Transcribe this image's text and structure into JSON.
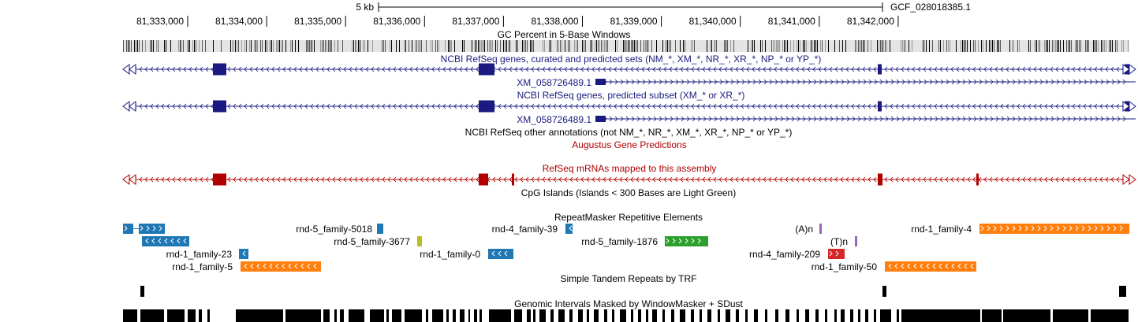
{
  "ruler": {
    "scale_label": "5 kb",
    "assembly": "GCF_028018385.1",
    "ticks": [
      "81,333,000",
      "81,334,000",
      "81,335,000",
      "81,336,000",
      "81,337,000",
      "81,338,000",
      "81,339,000",
      "81,340,000",
      "81,341,000",
      "81,342,000"
    ]
  },
  "tracks": {
    "gc_percent": "GC Percent in 5-Base Windows",
    "refseq_all": "NCBI RefSeq genes, curated and predicted sets (NM_*, XM_*, NR_*, XR_*, NP_* or YP_*)",
    "refseq_predicted": "NCBI RefSeq genes, predicted subset (XM_* or XR_*)",
    "refseq_other": "NCBI RefSeq other annotations (not NM_*, NR_*, XM_*, XR_*, NP_* or YP_*)",
    "augustus": "Augustus Gene Predictions",
    "refseq_mrna": "RefSeq mRNAs mapped to this assembly",
    "cpg": "CpG Islands (Islands < 300 Bases are Light Green)",
    "repeatmasker": "RepeatMasker Repetitive Elements",
    "trf": "Simple Tandem Repeats by TRF",
    "windowmasker": "Genomic Intervals Masked by WindowMasker + SDust"
  },
  "genes": {
    "xm1": "XM_058726489.1",
    "xm2": "XM_058726489.1"
  },
  "repeats": {
    "family_5018": "rnd-5_family-5018",
    "family_3677": "rnd-5_family-3677",
    "family_39": "rnd-4_family-39",
    "family_1876": "rnd-5_family-1876",
    "an": "(A)n",
    "tn": "(T)n",
    "family_4": "rnd-1_family-4",
    "family_23": "rnd-1_family-23",
    "family_0": "rnd-1_family-0",
    "family_209": "rnd-4_family-209",
    "family_5": "rnd-1_family-5",
    "family_50": "rnd-1_family-50"
  },
  "colors": {
    "gene_navy": "#1a1a80",
    "augustus_red": "#b00000",
    "repeat_blue": "#1f77b4",
    "repeat_orange": "#ff7f0e",
    "repeat_green": "#2ca02c",
    "repeat_olive": "#bcbd22",
    "repeat_red": "#d62728",
    "repeat_purple": "#9467bd"
  }
}
